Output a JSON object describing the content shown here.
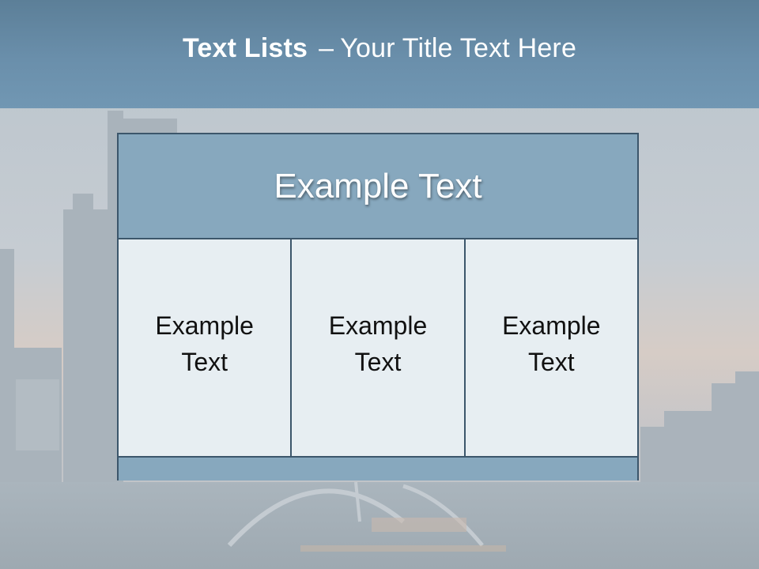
{
  "slide": {
    "title_bold": "Text Lists",
    "title_separator": "–",
    "title_rest": "Your Title Text Here"
  },
  "card": {
    "header": "Example Text",
    "columns": [
      {
        "text": "Example Text"
      },
      {
        "text": "Example Text"
      },
      {
        "text": "Example Text"
      }
    ]
  },
  "colors": {
    "title_bar": "#6a8fab",
    "card_header": "#87a8be",
    "card_cell": "#e7eef2",
    "border": "#3c566b"
  }
}
